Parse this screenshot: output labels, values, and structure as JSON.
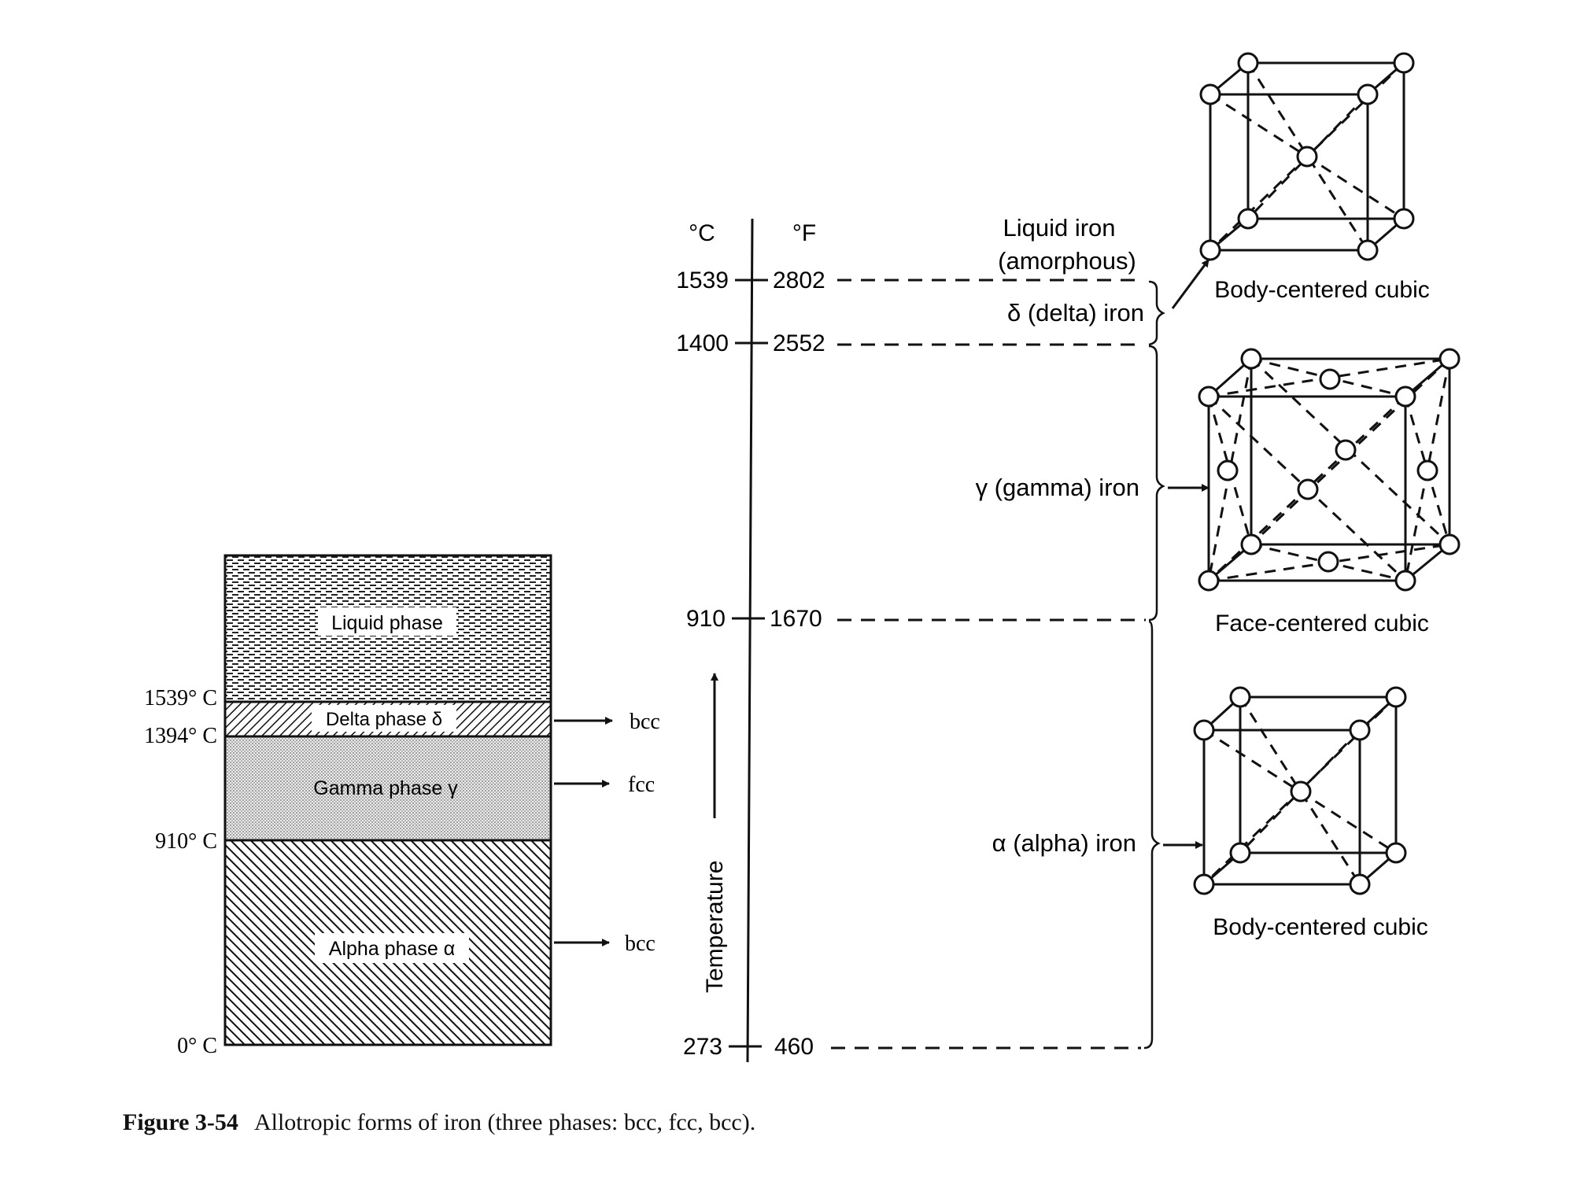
{
  "left_column": {
    "temps": {
      "t1539": "1539° C",
      "t1394": "1394° C",
      "t910": "910° C",
      "t0": "0° C"
    },
    "phases": {
      "liquid": "Liquid phase",
      "delta": "Delta phase δ",
      "gamma": "Gamma phase γ",
      "alpha": "Alpha phase α"
    },
    "structures": {
      "delta": "bcc",
      "gamma": "fcc",
      "alpha": "bcc"
    }
  },
  "scale": {
    "celsius_unit": "°C",
    "fahrenheit_unit": "°F",
    "axis_label": "Temperature",
    "c_ticks": [
      "1539",
      "1400",
      "910",
      "273"
    ],
    "f_ticks": [
      "2802",
      "2552",
      "1670",
      "460"
    ]
  },
  "phase_labels": {
    "liquid_line1": "Liquid iron",
    "liquid_line2": "(amorphous)",
    "delta": "δ (delta) iron",
    "gamma": "γ (gamma) iron",
    "alpha": "α (alpha) iron"
  },
  "lattices": {
    "top": "Body-centered cubic",
    "middle": "Face-centered cubic",
    "bottom": "Body-centered cubic"
  },
  "caption": {
    "number": "Figure 3-54",
    "text": "Allotropic forms of iron (three phases: bcc, fcc, bcc)."
  }
}
